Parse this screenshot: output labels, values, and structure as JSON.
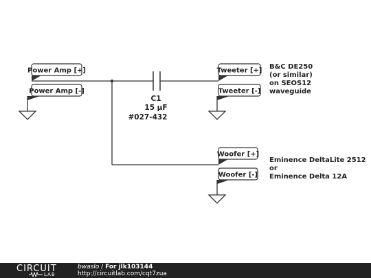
{
  "ports": {
    "amp_pos": "Power Amp [+]",
    "amp_neg": "Power Amp [-]",
    "tweeter_pos": "Tweeter [+]",
    "tweeter_neg": "Tweeter [-]",
    "woofer_pos": "Woofer [+]",
    "woofer_neg": "Woofer [-]"
  },
  "capacitor": {
    "name": "C1",
    "value": "15 µF",
    "part": "#027-432"
  },
  "notes": {
    "tweeter": "B&C DE250\n(or similar)\non SEOS12\nwaveguide",
    "woofer": "Eminence DeltaLite 2512\nor\nEminence Delta 12A"
  },
  "footer": {
    "logo_top": "CIRCUIT",
    "logo_bottom": "LAB",
    "author": "bwaslo",
    "separator": " / ",
    "title": "For jlk103144",
    "url": "http://circuitlab.com/cqt7zua"
  }
}
